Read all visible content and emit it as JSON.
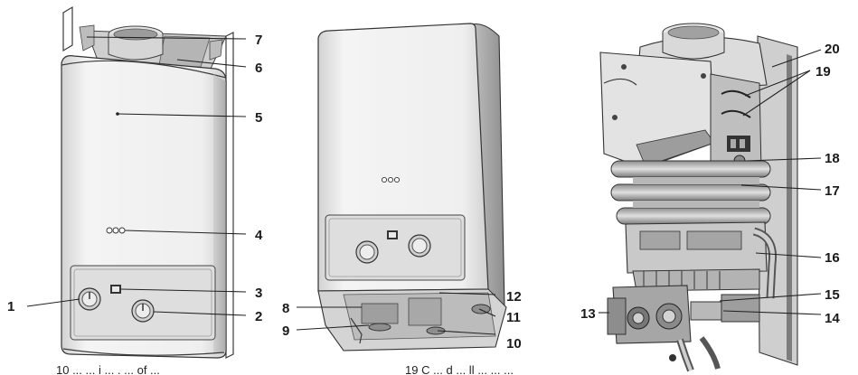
{
  "callouts": {
    "n1": "1",
    "n2": "2",
    "n3": "3",
    "n4": "4",
    "n5": "5",
    "n6": "6",
    "n7": "7",
    "n8": "8",
    "n9": "9",
    "n10": "10",
    "n11": "11",
    "n12": "12",
    "n13": "13",
    "n14": "14",
    "n15": "15",
    "n16": "16",
    "n17": "17",
    "n18": "18",
    "n19": "19",
    "n20": "20"
  },
  "captions": {
    "left": "10 ... ... i ... . ... of ...",
    "right": "19  C ... d ... ll ... ... ..."
  },
  "colors": {
    "line": "#222222",
    "panel": "#dcdcdc",
    "body": "#e9e9e9"
  }
}
